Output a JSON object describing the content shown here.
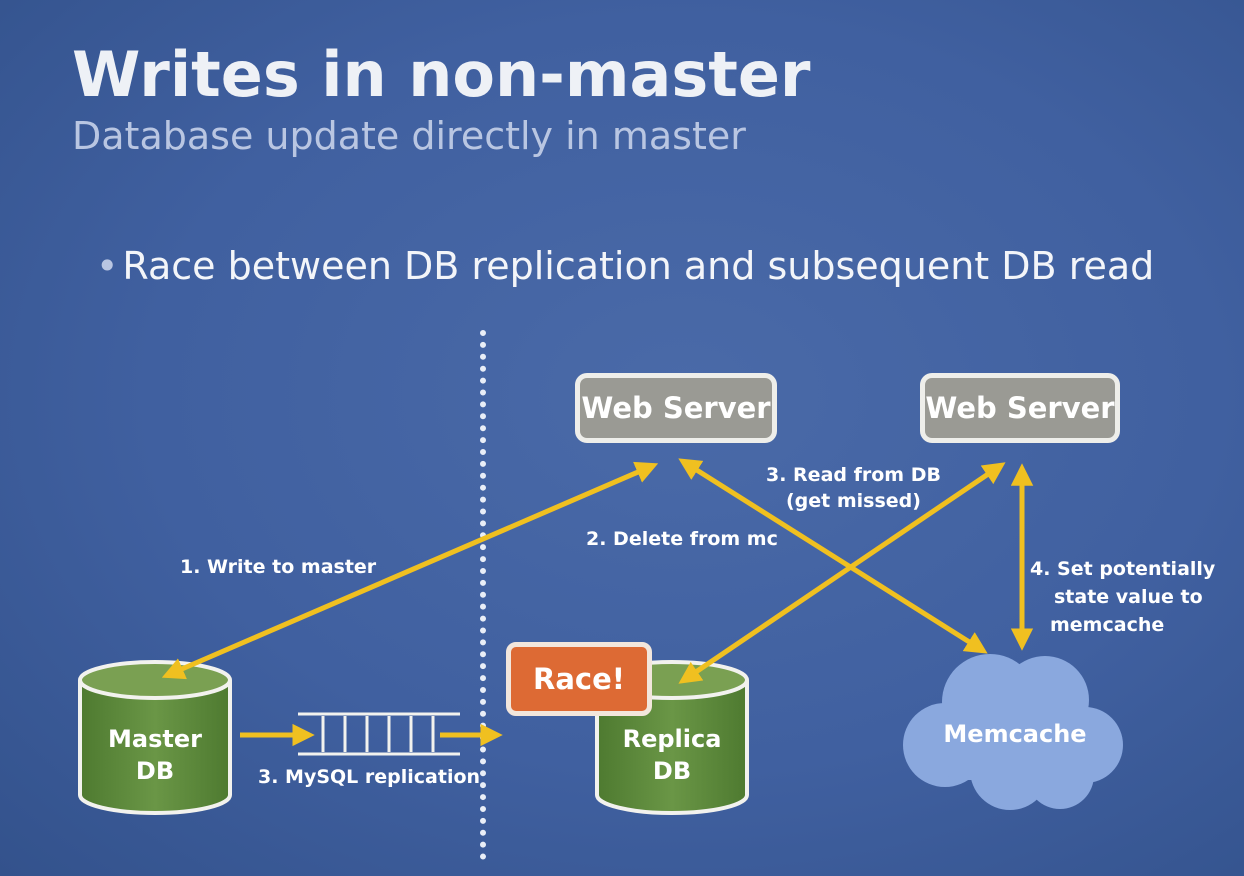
{
  "slide": {
    "title": "Writes in non-master",
    "subtitle": "Database update directly in master",
    "bullet": "Race between DB replication and subsequent DB read"
  },
  "nodes": {
    "web_server_1": "Web Server",
    "web_server_2": "Web Server",
    "master_db_line1": "Master",
    "master_db_line2": "DB",
    "replica_db_line1": "Replica",
    "replica_db_line2": "DB",
    "memcache": "Memcache",
    "race_badge": "Race!"
  },
  "edges": {
    "write_to_master": "1. Write to master",
    "delete_from_mc": "2. Delete from mc",
    "mysql_replication": "3. MySQL replication",
    "read_from_db_line1": "3. Read from DB",
    "read_from_db_line2": "(get missed)",
    "set_value_line1": "4. Set potentially",
    "set_value_line2": "state value to",
    "set_value_line3": "memcache"
  },
  "colors": {
    "background": "#4060a0",
    "arrow": "#f0c020",
    "db_green": "#5e8a3c",
    "server_gray": "#9a9a94",
    "race_orange": "#dd6a34",
    "cloud_blue": "#8aa8de"
  }
}
